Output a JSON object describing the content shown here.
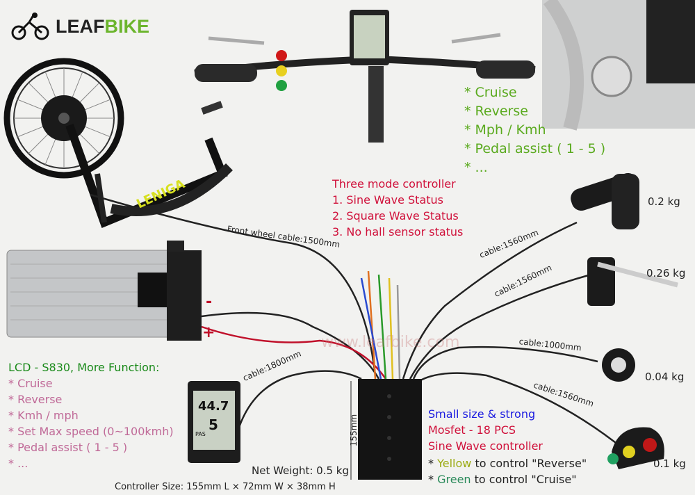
{
  "logo": {
    "brand_dark": "LEAF",
    "brand_green": "BIKE"
  },
  "features_top": [
    "* Cruise",
    "* Reverse",
    "* Mph / Kmh",
    "* Pedal assist ( 1 - 5 )",
    "* ..."
  ],
  "controller_modes": [
    "Three mode controller",
    "1. Sine Wave Status",
    "2. Square Wave Status",
    "3. No hall sensor status"
  ],
  "weights": {
    "throttle": "0.2 kg",
    "brake_lever": "0.26 kg",
    "pas_sensor": "0.04 kg",
    "switch": "0.1 kg",
    "controller": "Net Weight: 0.5 kg"
  },
  "cables": {
    "front_wheel": "Front wheel cable:1500mm",
    "throttle": "cable:1560mm",
    "brake": "cable:1560mm",
    "pas": "cable:1000mm",
    "switch": "cable:1560mm",
    "lcd": "cable:1800mm"
  },
  "battery_polarity": {
    "minus": "-",
    "plus": "+"
  },
  "watermark": "www.leafbike.com",
  "controller_height_label": "155mm",
  "controller_size": "Controller Size: 155mm L × 72mm W × 38mm H",
  "lcd_info": {
    "title": "LCD - S830, More Function:",
    "items": [
      "* Cruise",
      "* Reverse",
      "* Kmh / mph",
      "* Set Max speed (0~100kmh)",
      "* Pedal assist ( 1 - 5 )",
      "* ..."
    ]
  },
  "controller_info": {
    "line1": "Small size & strong",
    "line2": "Mosfet - 18 PCS",
    "line3": "Sine Wave controller",
    "yellow_prefix": "* ",
    "yellow_word": "Yellow",
    "yellow_rest": " to control \"Reverse\"",
    "green_prefix": "* ",
    "green_word": "Green",
    "green_rest": " to control \"Cruise\""
  },
  "lcd_screen": {
    "speed": "44.7",
    "assist": "5",
    "label": "PAS"
  },
  "colors": {
    "green_text": "#5aaa1e",
    "red_text": "#d0103a",
    "blue_text": "#1a1ae0",
    "pink_text": "#c06a98"
  }
}
